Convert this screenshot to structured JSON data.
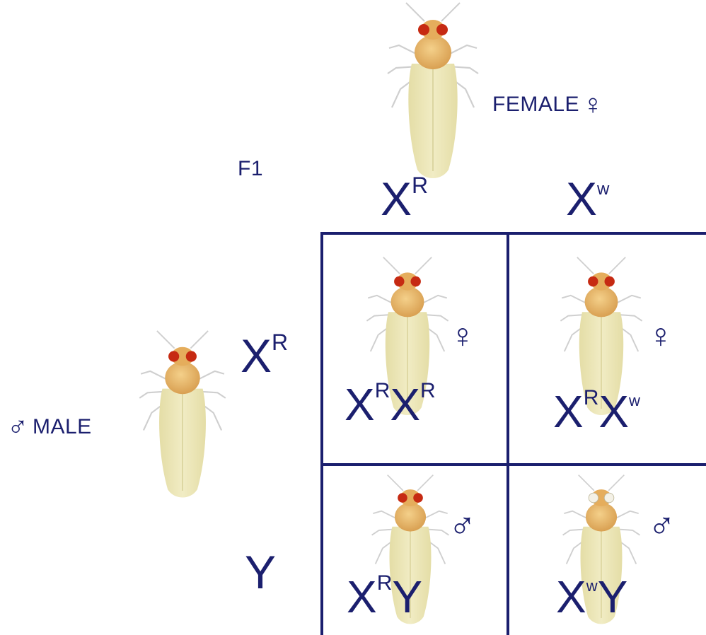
{
  "generation_label": "F1",
  "female": {
    "label": "FEMALE",
    "symbol": "♀"
  },
  "male": {
    "label": "MALE",
    "symbol": "♂"
  },
  "female_alleles": [
    {
      "base": "X",
      "sup": "R"
    },
    {
      "base": "X",
      "sup": "w"
    }
  ],
  "male_alleles": [
    {
      "base": "X",
      "sup": "R"
    },
    {
      "base": "Y",
      "sup": ""
    }
  ],
  "cells": [
    {
      "symbol": "♀",
      "a1": "X",
      "a1_sup": "R",
      "a2": "X",
      "a2_sup": "R",
      "eye_color": "#c62a12"
    },
    {
      "symbol": "♀",
      "a1": "X",
      "a1_sup": "R",
      "a2": "X",
      "a2_sup": "w",
      "eye_color": "#c62a12"
    },
    {
      "symbol": "♂",
      "a1": "X",
      "a1_sup": "R",
      "a2": "Y",
      "a2_sup": "",
      "eye_color": "#c62a12"
    },
    {
      "symbol": "♂",
      "a1": "X",
      "a1_sup": "w",
      "a2": "Y",
      "a2_sup": "",
      "eye_color": "#f4f1e6"
    }
  ],
  "colors": {
    "ink": "#1b1f6e",
    "body": "#ece6b4",
    "thorax": "#e8b766",
    "red_eye": "#c62a12"
  }
}
